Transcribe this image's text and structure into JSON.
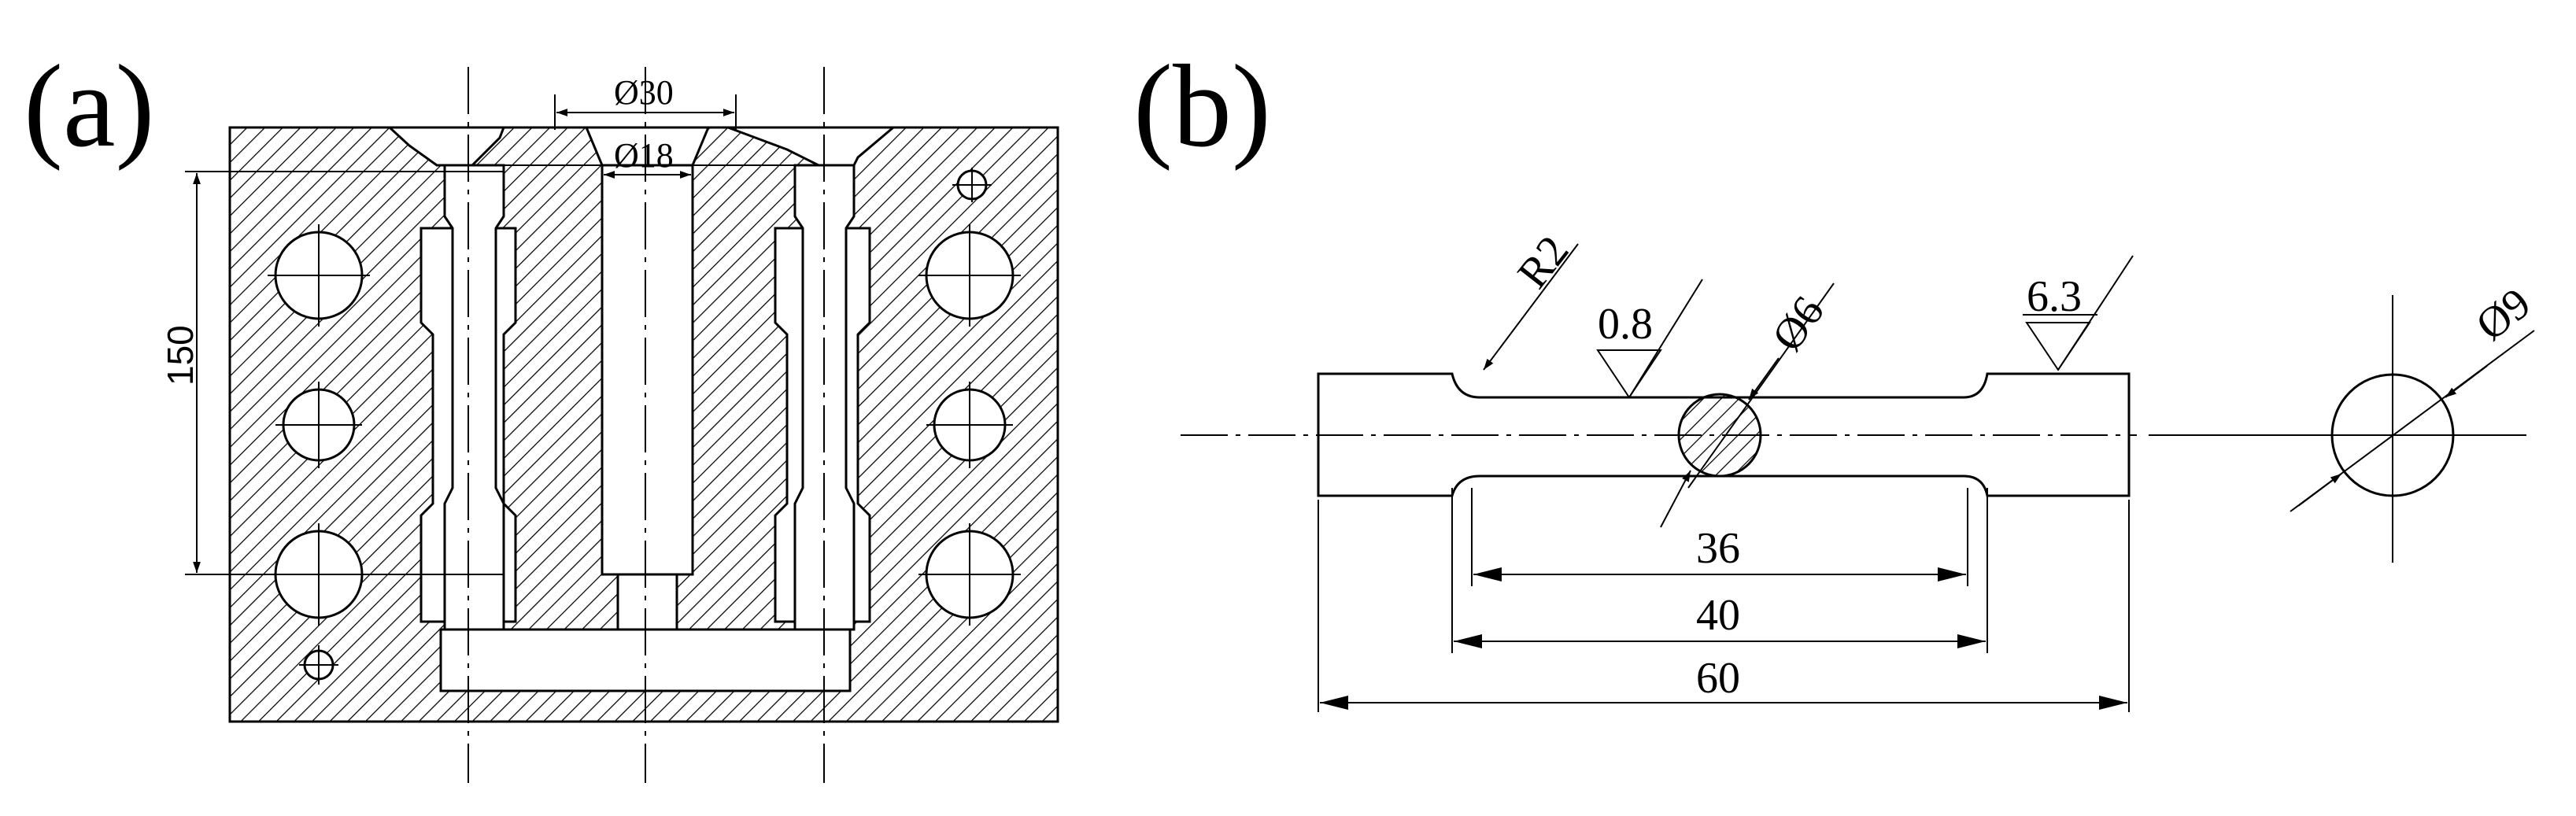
{
  "panel_a": {
    "label": "(a)",
    "dim_dia_outer": "Ø30",
    "dim_dia_inner": "Ø18",
    "dim_height": "150"
  },
  "panel_b": {
    "label": "(b)",
    "radius": "R2",
    "roughness_left": "0.8",
    "dia_gauge": "Ø6",
    "roughness_right": "6.3",
    "dim_36": "36",
    "dim_40": "40",
    "dim_60": "60",
    "dia_end": "Ø9"
  },
  "colors": {
    "line": "#000000",
    "background": "#ffffff"
  }
}
